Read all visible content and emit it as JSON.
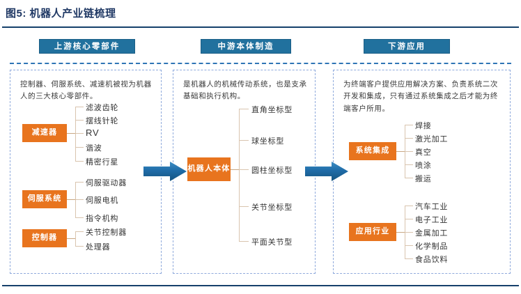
{
  "figure": {
    "title": "图5: 机器人产业链梳理"
  },
  "colors": {
    "header_blue": "#21719E",
    "orange": "#E8741E",
    "arrow_blue": "#1F6CA8",
    "panel_dash": "#8FAADC",
    "title_navy": "#1F3864",
    "connector": "#D9C4AE"
  },
  "columns": [
    {
      "key": "upstream",
      "header": "上游核心零部件",
      "description": "控制器、伺服系统、减速机被视为机器人的三大核心零部件。",
      "groups": [
        {
          "box_label": "减速器",
          "leaves": [
            "滤波齿轮",
            "摆线针轮",
            "RV",
            "谐波",
            "精密行星"
          ]
        },
        {
          "box_label": "伺服系统",
          "leaves": [
            "伺服驱动器",
            "伺服电机",
            "指令机构"
          ]
        },
        {
          "box_label": "控制器",
          "leaves": [
            "关节控制器",
            "处理器"
          ]
        }
      ]
    },
    {
      "key": "midstream",
      "header": "中游本体制造",
      "description": "是机器人的机械传动系统，也是支承基础和执行机构。",
      "groups": [
        {
          "box_label": "机器人本体",
          "box_line1": "机器人",
          "box_line2": "本体",
          "leaves": [
            "直角坐标型",
            "球坐标型",
            "圆柱坐标型",
            "关节坐标型",
            "平面关节型"
          ]
        }
      ]
    },
    {
      "key": "downstream",
      "header": "下游应用",
      "description": "为终端客户提供应用解决方案、负责系统二次开发和集成，只有通过系统集成之后才能为终端客户所用。",
      "groups": [
        {
          "box_label": "系统集成",
          "leaves": [
            "焊接",
            "激光加工",
            "真空",
            "喷涂",
            "搬运"
          ]
        },
        {
          "box_label": "应用行业",
          "leaves": [
            "汽车工业",
            "电子工业",
            "金属加工",
            "化学制品",
            "食品饮料"
          ]
        }
      ]
    }
  ],
  "arrows": [
    {
      "name": "arrow-upstream-to-midstream"
    },
    {
      "name": "arrow-midstream-to-downstream"
    }
  ]
}
